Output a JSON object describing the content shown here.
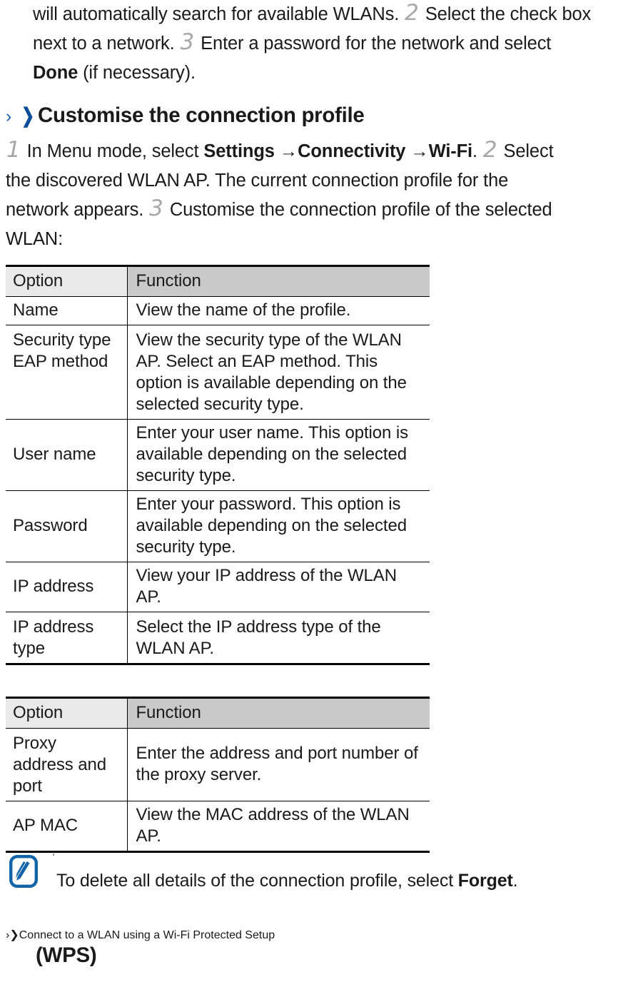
{
  "document": {
    "type": "user-manual-page",
    "accent_blue": "#0b4d9b",
    "chevron_light_blue": "#1f5fa9",
    "step_number_gray": "#a8a8a8"
  },
  "intro_paragraph": {
    "line1_a": "will automatically search for available WLANs. ",
    "step2": "2",
    "line1_b": " Select the check box",
    "line2_a": "next to a network. ",
    "step3": "3",
    "line2_b": " Enter a password for the network and select",
    "line3_bold": "Done",
    "line3_rest": " (if necessary)."
  },
  "heading_customise": {
    "chevron_thin": "›",
    "chevron_bold": "❯",
    "text": "Customise the connection profile"
  },
  "steps_customise": {
    "l1_num": "1",
    "l1_a": " In Menu mode, select ",
    "l1_b_bold": "Settings",
    "l1_arrow1": " →",
    "l1_c_bold": "Connectivity",
    "l1_arrow2": " →",
    "l1_d_bold": "Wi-Fi",
    "l1_e": ". ",
    "l1_num2": "2",
    "l1_f": " Select",
    "l2": "the discovered WLAN AP. The current connection profile for the",
    "l3_a": "network appears. ",
    "l3_num": "3",
    "l3_b": " Customise the connection profile of the selected",
    "l4": "WLAN:"
  },
  "table_1": {
    "headers": [
      "Option",
      "Function"
    ],
    "rows": [
      {
        "option": "Name",
        "function": "View the name of the profile.",
        "option_valign": "middle"
      },
      {
        "option": "Security type EAP method",
        "function": "View the security type of the WLAN AP. Select an EAP method. This option is available depending on the selected security type.",
        "option_valign": "top"
      },
      {
        "option": "User name",
        "function": "Enter your user name. This option is available depending on the selected security type.",
        "option_valign": "middle"
      },
      {
        "option": "Password",
        "function": "Enter your password. This option is available depending on the selected security type.",
        "option_valign": "middle"
      },
      {
        "option": "IP address",
        "function": "View your IP address of the WLAN AP.",
        "option_valign": "middle"
      },
      {
        "option": "IP address type",
        "function": "Select the IP address type of the WLAN AP.",
        "option_valign": "middle"
      }
    ]
  },
  "table_2": {
    "headers": [
      "Option",
      "Function"
    ],
    "rows": [
      {
        "option": "Proxy address and port",
        "function": "Enter the address and port number of the proxy server.",
        "option_valign": "middle"
      },
      {
        "option": "AP MAC",
        "function": "View the MAC address of the WLAN AP.",
        "option_valign": "middle"
      }
    ]
  },
  "note": {
    "icon": "note-pencil-icon",
    "icon_color": "#1464aa",
    "text_before": "To delete all details of the connection profile, select ",
    "text_bold": "Forget",
    "text_after": "."
  },
  "heading_wps": {
    "chevron_thin": "›",
    "chevron_bold": "❯",
    "line1": "Connect to a WLAN using a Wi-Fi Protected Setup",
    "line2": "(WPS)"
  }
}
